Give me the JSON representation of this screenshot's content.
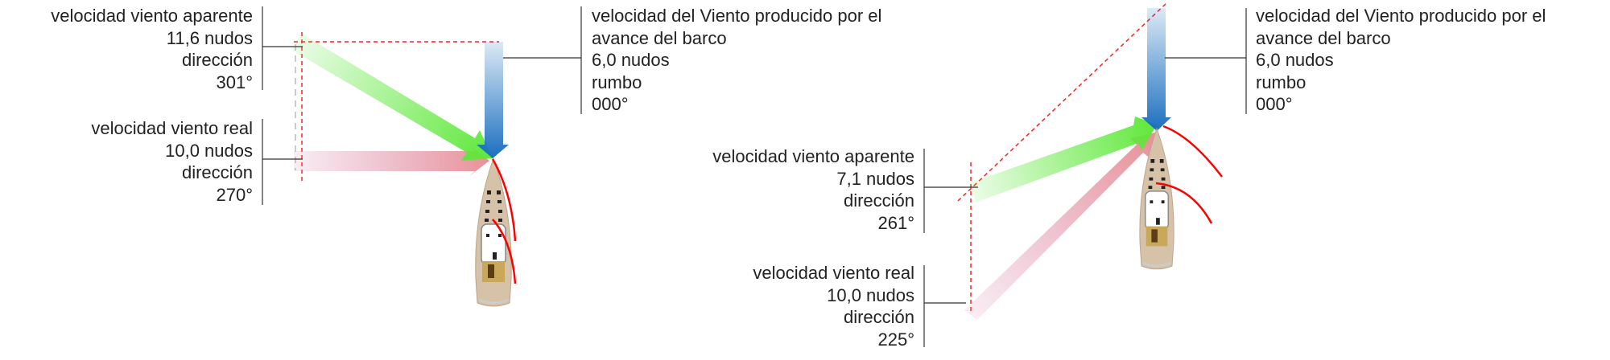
{
  "colors": {
    "apparent_wind": "#5ee83a",
    "true_wind": "#e8949e",
    "boat_wind": "#1a6fc0",
    "construction_lines": "#ff2020",
    "sails": "#ff0000",
    "deck": "#d6c2a8"
  },
  "left_diagram": {
    "apparent": {
      "lines": [
        "velocidad viento aparente",
        "11,6 nudos",
        "dirección",
        "301°"
      ]
    },
    "true": {
      "lines": [
        "velocidad viento real",
        "10,0 nudos",
        "dirección",
        "270°"
      ]
    },
    "boat": {
      "lines": [
        "velocidad del Viento producido por el",
        "avance del barco",
        "6,0 nudos",
        "rumbo",
        "000°"
      ]
    }
  },
  "right_diagram": {
    "apparent": {
      "lines": [
        "velocidad viento aparente",
        "7,1 nudos",
        "dirección",
        "261°"
      ]
    },
    "true": {
      "lines": [
        "velocidad viento real",
        "10,0 nudos",
        "dirección",
        "225°"
      ]
    },
    "boat": {
      "lines": [
        "velocidad del Viento producido por el",
        "avance del barco",
        "6,0 nudos",
        "rumbo",
        "000°"
      ]
    }
  }
}
